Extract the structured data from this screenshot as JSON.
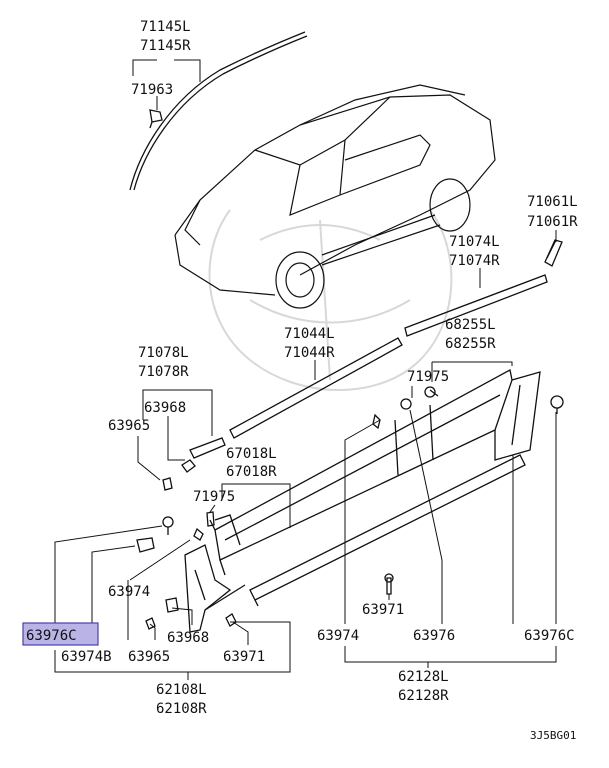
{
  "figure_code": "3J5BG01",
  "highlight_color": "#b9b3e6",
  "highlighted_part": "63976C",
  "labels": {
    "p71145L": "71145L",
    "p71145R": "71145R",
    "p71963": "71963",
    "p71061L": "71061L",
    "p71061R": "71061R",
    "p71074L": "71074L",
    "p71074R": "71074R",
    "p71044L": "71044L",
    "p71044R": "71044R",
    "p68255L": "68255L",
    "p68255R": "68255R",
    "p71078L": "71078L",
    "p71078R": "71078R",
    "p63968_top": "63968",
    "p63965_top": "63965",
    "p71975_right": "71975",
    "p67018L": "67018L",
    "p67018R": "67018R",
    "p71975_left": "71975",
    "p63974_left": "63974",
    "p63976C_left": "63976C",
    "p63974B": "63974B",
    "p63968_bottom": "63968",
    "p63965_bottom": "63965",
    "p63971_bottom": "63971",
    "p62108L": "62108L",
    "p62108R": "62108R",
    "p63971_mid": "63971",
    "p63974_mid": "63974",
    "p63976_mid": "63976",
    "p63976C_right": "63976C",
    "p62128L": "62128L",
    "p62128R": "62128R"
  }
}
